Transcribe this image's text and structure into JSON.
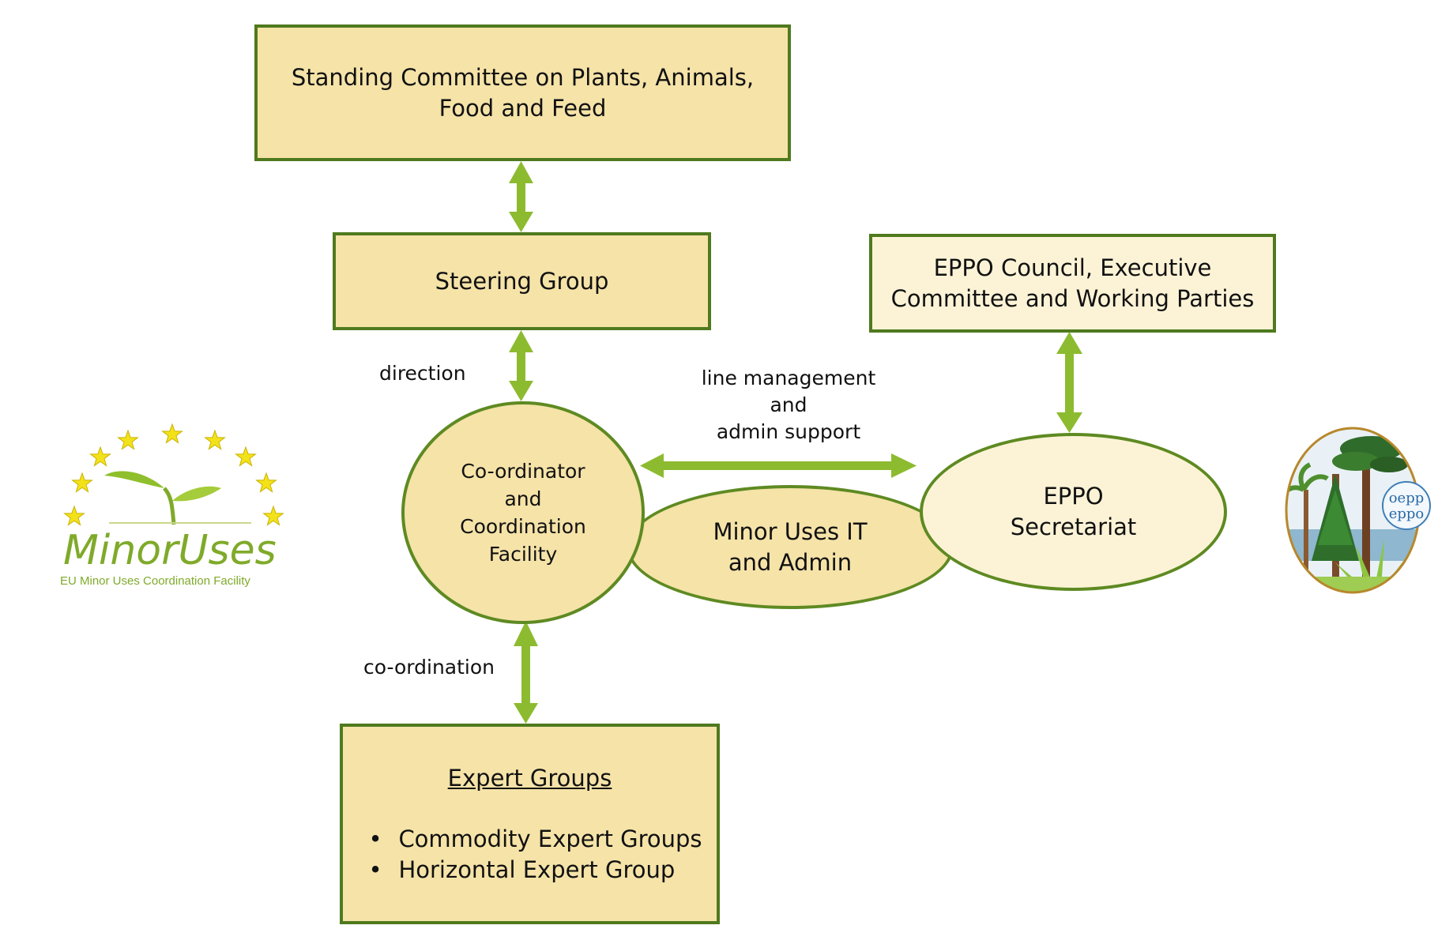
{
  "nodes": {
    "standing_committee": [
      "Standing Committee on Plants, Animals,",
      "Food and Feed"
    ],
    "steering_group": "Steering Group",
    "eppo_council": [
      "EPPO Council, Executive",
      "Committee and Working Parties"
    ],
    "coordinator": [
      "Co-ordinator",
      "and",
      "Coordination",
      "Facility"
    ],
    "minor_uses_it": [
      "Minor Uses IT",
      "and Admin"
    ],
    "eppo_secretariat": [
      "EPPO",
      "Secretariat"
    ],
    "expert_groups": {
      "title": "Expert Groups",
      "items": [
        "Commodity Expert Groups",
        "Horizontal Expert Group"
      ]
    }
  },
  "edge_labels": {
    "direction": "direction",
    "line_management": [
      "line management",
      "and",
      "admin support"
    ],
    "coordination": "co-ordination"
  },
  "logos": {
    "minoruses": {
      "brand_a": "Minor",
      "brand_b": "Uses",
      "tagline": "EU Minor Uses Coordination Facility"
    },
    "eppo": {
      "line1": "oepp",
      "line2": "eppo"
    }
  },
  "colors": {
    "box_fill": "#f5e3a8",
    "box_fill_light": "#fcf3d6",
    "border": "#4f7a1e",
    "arrow": "#8dbb30",
    "logo_green": "#7faa2a",
    "star": "#f3e21a"
  }
}
